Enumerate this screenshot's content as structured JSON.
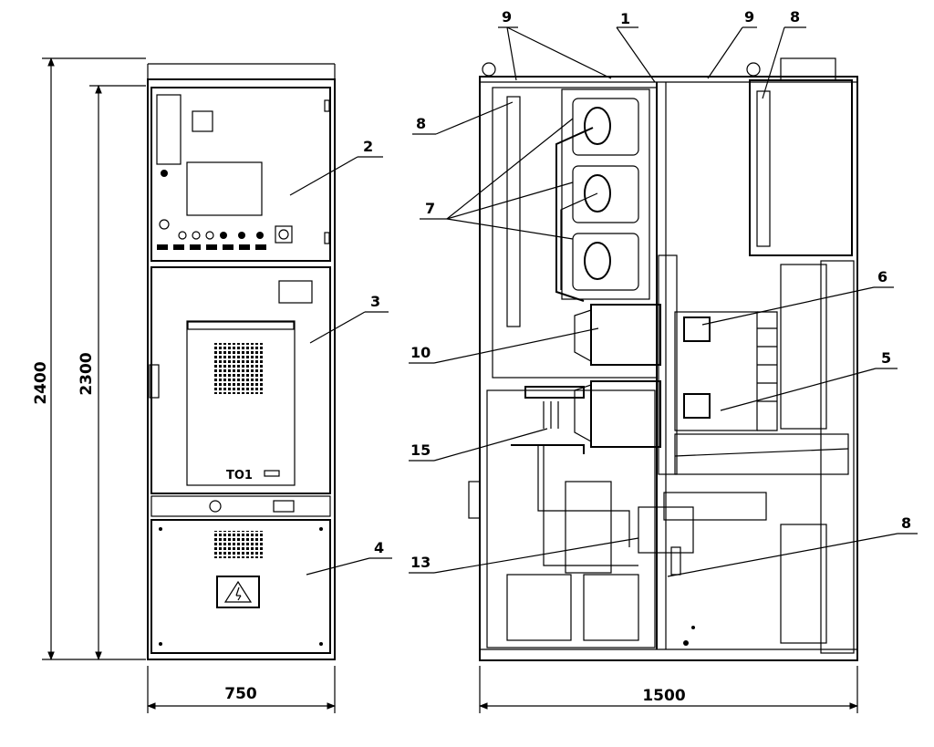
{
  "dimensions": {
    "height_outer": "2400",
    "height_inner": "2300",
    "width_front": "750",
    "width_side": "1500"
  },
  "callouts": {
    "c1": "1",
    "c2": "2",
    "c3": "3",
    "c4": "4",
    "c5": "5",
    "c6": "6",
    "c7": "7",
    "c8_top_left": "8",
    "c8_top_right": "8",
    "c8_bottom": "8",
    "c9_left": "9",
    "c9_right": "9",
    "c10": "10",
    "c13": "13",
    "c15": "15"
  },
  "panel_text": {
    "breaker_plate": "TO1"
  }
}
